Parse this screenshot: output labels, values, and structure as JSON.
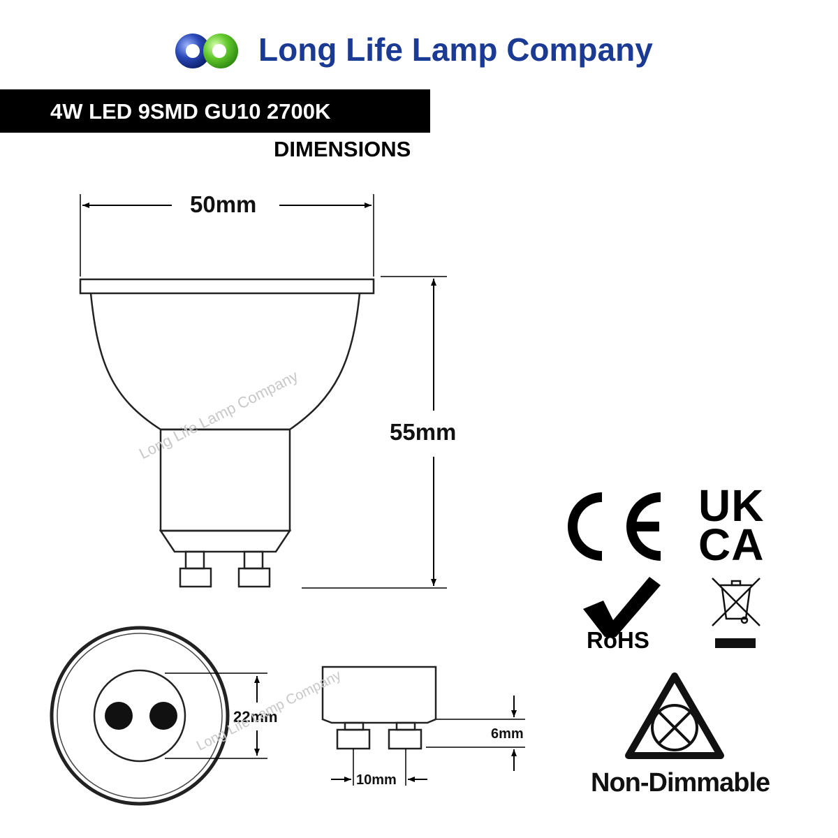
{
  "header": {
    "brand": "Long Life Lamp Company",
    "logo_colors": {
      "blue": "#1f3a9a",
      "green": "#5fc42a"
    },
    "brand_color": "#1a3a93"
  },
  "product": {
    "title": "4W LED 9SMD GU10 2700K",
    "subtitle": "DIMENSIONS"
  },
  "dimensions": {
    "width": "50mm",
    "height": "55mm",
    "pin_spacing": "22mm",
    "pin_height": "6mm",
    "pin_width": "10mm"
  },
  "watermark": "Long Life Lamp Company",
  "certifications": {
    "ce_icon": "ce-mark-icon",
    "ukca": {
      "line1": "UK",
      "line2": "CA"
    },
    "rohs": "RoHS",
    "weee_icon": "crossed-bin-icon",
    "non_dimmable": "Non-Dimmable"
  }
}
